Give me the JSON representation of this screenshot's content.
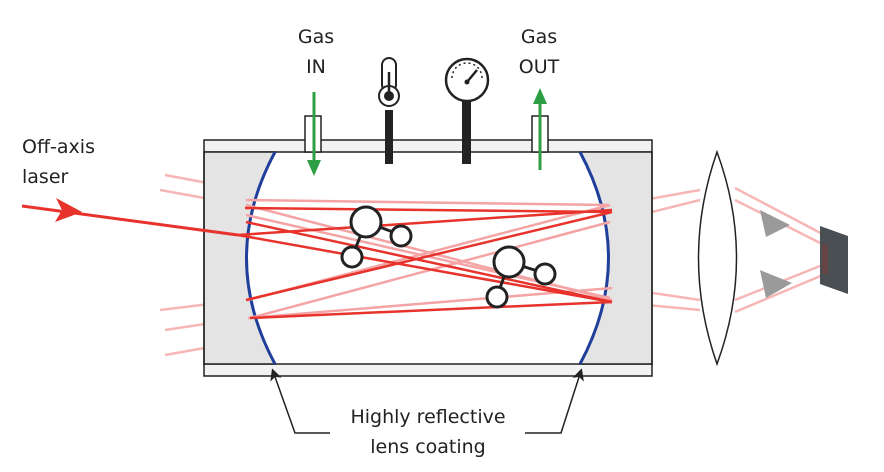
{
  "labels": {
    "laser_line1": "Off-axis",
    "laser_line2": "laser",
    "gas_in_line1": "Gas",
    "gas_in_line2": "IN",
    "gas_out_line1": "Gas",
    "gas_out_line2": "OUT",
    "coating_line1": "Highly reflective",
    "coating_line2": "lens coating"
  },
  "icons": {
    "thermometer": "thermometer-icon",
    "pressure_gauge": "pressure-gauge-icon",
    "gas_in_arrow": "arrow-down-icon",
    "gas_out_arrow": "arrow-up-icon"
  },
  "colors": {
    "laser": "#e8322c",
    "laser_faint": "#f4a4a4",
    "gas_arrow": "#2e9e44",
    "mirror": "#1f3f9a",
    "mirror_body": "#e4e4e4",
    "detector": "#4a4f54",
    "outline": "#222222"
  }
}
